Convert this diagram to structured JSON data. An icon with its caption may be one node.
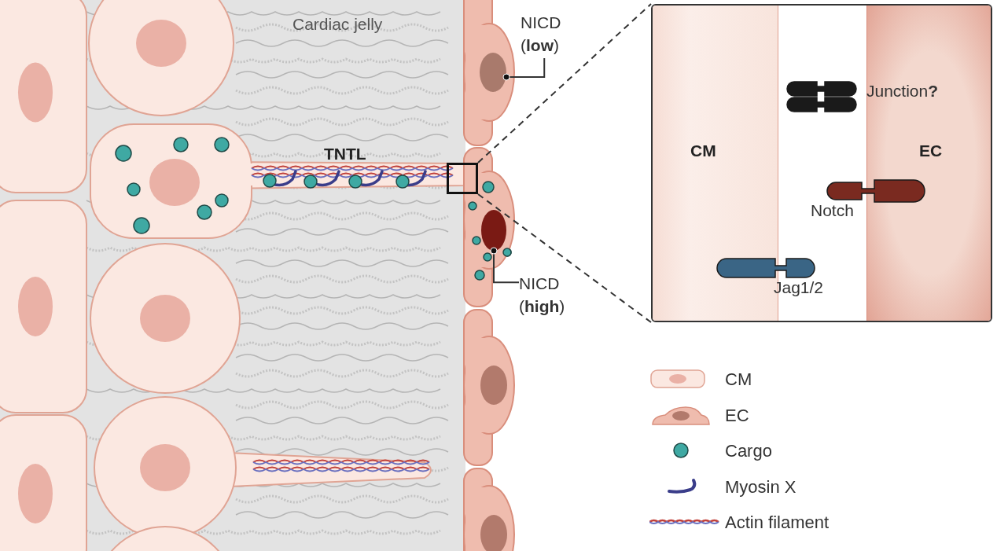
{
  "diagram": {
    "nodes": [
      {
        "text": [],
        "shape": "box"
      },
      {
        "text": [
          "CM"
        ],
        "in": 0
      },
      {
        "text": [
          "EC"
        ],
        "in": 0
      },
      {
        "text": [],
        "shape": "box"
      },
      {
        "text": [
          "NICD (**low**)"
        ]
      },
      {
        "text": [],
        "shape": "circle"
      },
      {
        "text": [
          "NICD (**high**)"
        ]
      },
      {
        "text": [],
        "shape": "circle"
      }
    ],
    "edges": [
      {
        "from": 3,
        "to": 0,
        "arrow": "none",
        "style": "dashed"
      },
      {
        "from": 3,
        "to": 0,
        "arrow": "none",
        "style": "dashed"
      },
      {
        "from": 4,
        "to": 5,
        "arrow": "other"
      },
      {
        "from": 6,
        "to": 7,
        "arrow": "other"
      }
    ],
    "labels": [
      "Cardiac jelly",
      "TNTL",
      "Junction**?**",
      "Notch",
      "Jag1/2"
    ],
    "legend": [
      {
        "text": "CM"
      },
      {
        "text": "EC"
      },
      {
        "text": "Cargo"
      },
      {
        "text": "Myosin X"
      },
      {
        "text": "Actin filament"
      }
    ]
  }
}
